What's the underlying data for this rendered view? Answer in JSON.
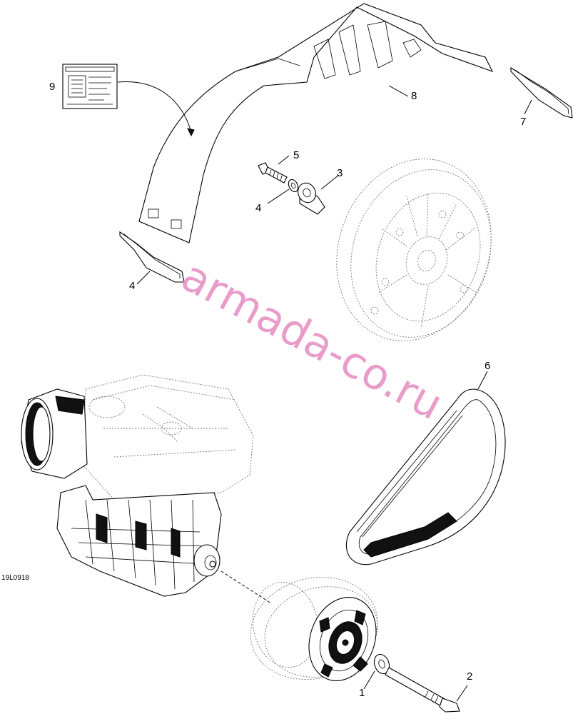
{
  "drawing_code": "19L0918",
  "watermark": "armada-co.ru",
  "callouts": {
    "c1": "1",
    "c2": "2",
    "c3": "3",
    "c4a": "4",
    "c4b": "4",
    "c5": "5",
    "c6": "6",
    "c7": "7",
    "c8": "8",
    "c9": "9"
  }
}
